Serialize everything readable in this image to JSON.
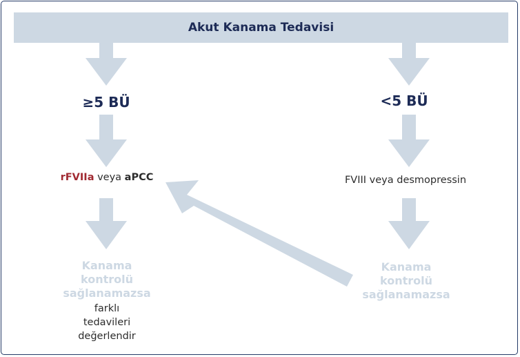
{
  "header": {
    "title": "Akut Kanama Tedavisi"
  },
  "left_branch": {
    "level": "≥5 BÜ",
    "treatment": {
      "agent_1": "rFVIIa",
      "connector": " veya ",
      "agent_2": "aPCC"
    },
    "uncontrolled": [
      "Kanama",
      "kontrolü",
      "sağlanamazsa"
    ],
    "next_step": [
      "farklı",
      "tedavileri",
      "değerlendir"
    ]
  },
  "right_branch": {
    "level": "<5 BÜ",
    "treatment": "FVIII veya desmopressin",
    "uncontrolled": [
      "Kanama",
      "kontrolü",
      "sağlanamazsa"
    ]
  },
  "colors": {
    "title_text": "#1d2b56",
    "bar_fill": "#cdd8e3",
    "arrow_fill": "#cdd8e3",
    "accent_red": "#a12a32",
    "frame_border": "#243a66"
  }
}
